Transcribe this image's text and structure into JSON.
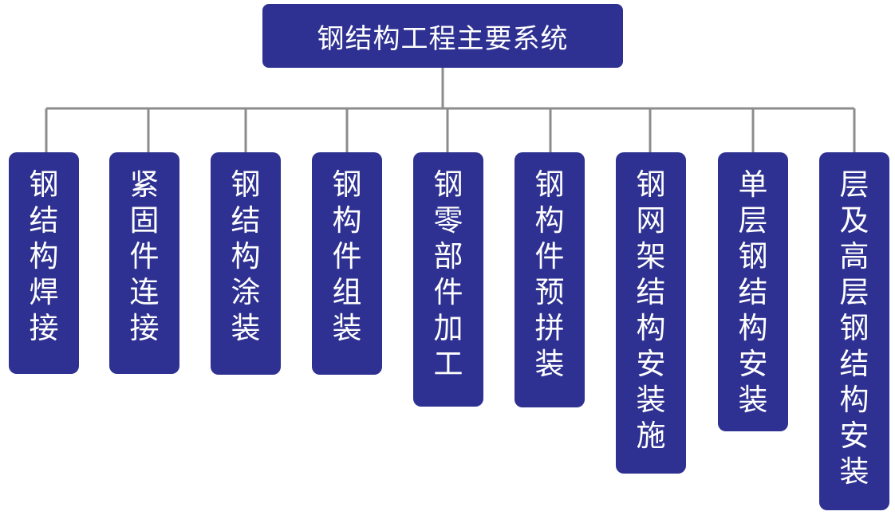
{
  "root": {
    "label": "钢结构工程主要系统"
  },
  "colors": {
    "box": "#2e3191",
    "text": "#ffffff",
    "connector": "#8c8c8c"
  },
  "children": [
    {
      "label": "钢结构焊接"
    },
    {
      "label": "紧固件连接"
    },
    {
      "label": "钢结构涂装"
    },
    {
      "label": "钢构件组装"
    },
    {
      "label": "钢零部件加工"
    },
    {
      "label": "钢构件预拼装"
    },
    {
      "label": "钢网架结构安装施"
    },
    {
      "label": "单层钢结构安装"
    },
    {
      "label": "层及高层钢结构安装"
    }
  ]
}
